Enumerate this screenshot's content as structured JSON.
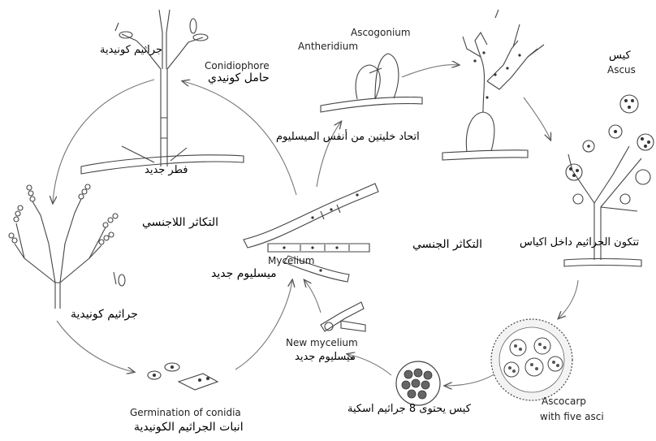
{
  "labels": {
    "conidia_ar": "جراثيم كونيدية",
    "conidiophore_en": "Conidiophore",
    "conidiophore_ar": "حامل كونيدي",
    "new_fungus_ar": "فطر جديد",
    "asexual_ar": "التكاثر اللاجنسي",
    "conidia_spores_ar": "جراثيم كونيدية",
    "germination_en": "Germination of conidia",
    "germination_ar": "انبات الجراثيم الكونيدية",
    "mycelium_en": "Mycelium",
    "new_mycelium_ar_left": "ميسليوم جديد",
    "new_mycelium_en": "New mycelium",
    "new_mycelium_ar": "ميسليوم جديد",
    "antheridium_en": "Antheridium",
    "ascogonium_en": "Ascogonium",
    "union_ar": "اتحاد خليتين من أنفس الميسليوم",
    "sexual_ar": "التكاثر الجنسي",
    "ascus_ar": "كيس",
    "ascus_en": "Ascus",
    "spores_in_asci_ar": "تتكون الجراثيم داخل اكياس",
    "ascus_8_ar": "كيس يحتوى 8 جراثيم اسكية",
    "ascocarp_en_1": "Ascocarp",
    "ascocarp_en_2": "with five asci"
  }
}
